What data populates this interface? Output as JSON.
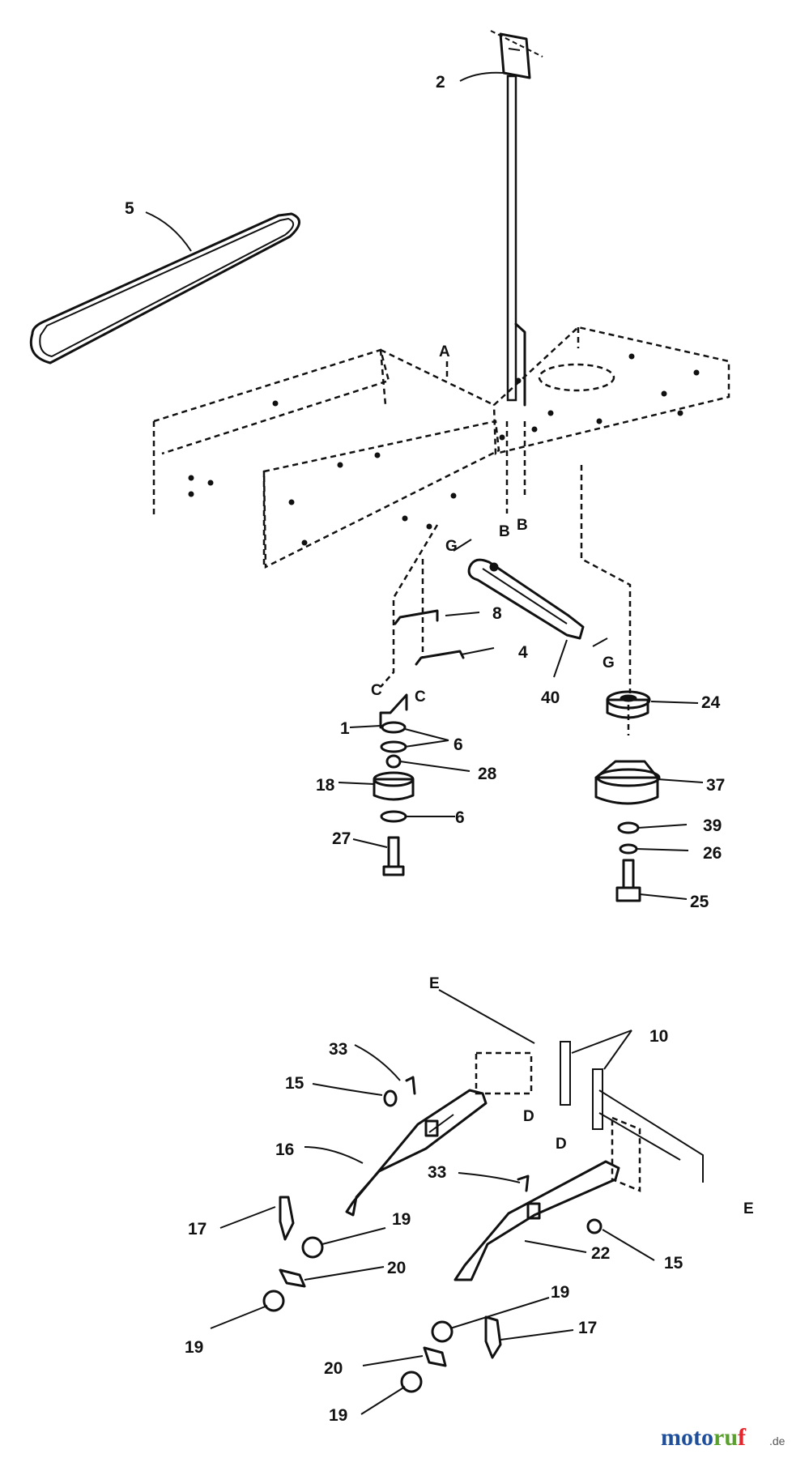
{
  "diagram": {
    "callouts": {
      "p2": "2",
      "p5": "5",
      "p8": "8",
      "p4": "4",
      "p40": "40",
      "p24": "24",
      "p1": "1",
      "p6a": "6",
      "p28": "28",
      "p18": "18",
      "p6b": "6",
      "p27": "27",
      "p37": "37",
      "p39": "39",
      "p26": "26",
      "p25": "25",
      "p10": "10",
      "p33a": "33",
      "p15a": "15",
      "p16": "16",
      "p33b": "33",
      "p17a": "17",
      "p19a": "19",
      "p20a": "20",
      "p22": "22",
      "p15b": "15",
      "p19b": "19",
      "p19c": "19",
      "p17b": "17",
      "p20b": "20",
      "p19d": "19"
    },
    "refs": {
      "A": "A",
      "B1": "B",
      "B2": "B",
      "G1": "G",
      "G2": "G",
      "C1": "C",
      "C2": "C",
      "E1": "E",
      "E2": "E",
      "D1": "D",
      "D2": "D"
    }
  },
  "watermark": {
    "letters": [
      "m",
      "o",
      "t",
      "o",
      "r",
      "u",
      "f"
    ],
    "colors": [
      "#1f4f9c",
      "#1f4f9c",
      "#1f4f9c",
      "#1f4f9c",
      "#5aa02c",
      "#5aa02c",
      "#e3262d"
    ],
    "suffix": ".de"
  }
}
